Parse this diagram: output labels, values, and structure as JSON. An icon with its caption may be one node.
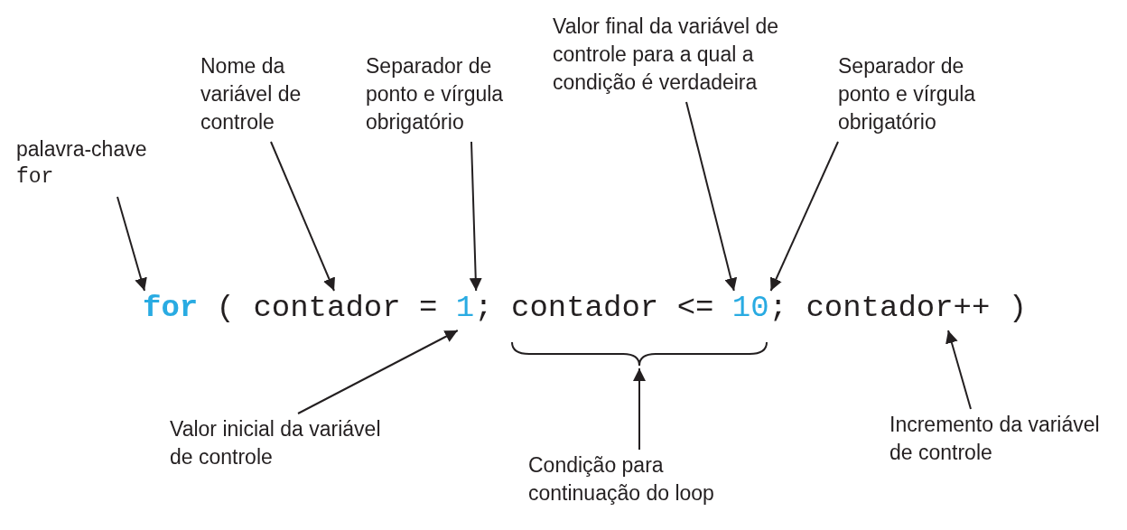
{
  "diagram": {
    "nodes": [
      {
        "text": [
          "palavra-chave",
          "for"
        ]
      },
      {
        "text": [
          "Nome da variável de controle"
        ]
      },
      {
        "text": [
          "Separador de ponto e vírgula obrigatório"
        ]
      },
      {
        "text": [
          "Valor final da variável de controle para a qual a condição é verdadeira"
        ]
      },
      {
        "text": [
          "Separador de ponto e vírgula obrigatório"
        ]
      },
      {
        "text": [
          "for"
        ]
      },
      {
        "text": [
          "contador"
        ]
      },
      {
        "text": [
          "1"
        ]
      },
      {
        "text": [
          ";"
        ]
      },
      {
        "text": [
          "10"
        ]
      },
      {
        "text": [
          ";"
        ]
      },
      {
        "text": [
          "contador++"
        ]
      },
      {
        "text": [],
        "shape": "brace"
      },
      {
        "text": [
          "Valor inicial da variável de controle"
        ]
      },
      {
        "text": [
          "Condição para continuação do loop"
        ]
      },
      {
        "text": [
          "Incremento da variável de controle"
        ]
      }
    ],
    "edges": [
      {
        "from": 0,
        "to": 5,
        "arrow": "to"
      },
      {
        "from": 1,
        "to": 6,
        "arrow": "to"
      },
      {
        "from": 2,
        "to": 8,
        "arrow": "to"
      },
      {
        "from": 3,
        "to": 9,
        "arrow": "to"
      },
      {
        "from": 4,
        "to": 10,
        "arrow": "to"
      },
      {
        "from": 13,
        "to": 7,
        "arrow": "to"
      },
      {
        "from": 14,
        "to": 12,
        "arrow": "to"
      },
      {
        "from": 15,
        "to": 11,
        "arrow": "to"
      }
    ],
    "labels": [
      "(",
      "=",
      "contador <=",
      ")"
    ]
  }
}
